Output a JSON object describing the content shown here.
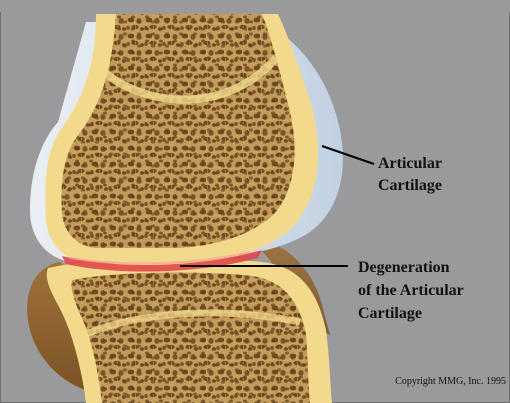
{
  "labels": {
    "articular_cartilage": [
      "Articular",
      "Cartilage"
    ],
    "degeneration": [
      "Degeneration",
      "of the Articular",
      "Cartilage"
    ]
  },
  "copyright": "Copyright MMG, Inc. 1995",
  "colors": {
    "background": "#9a9a9c",
    "bone_rim": "#f3d98c",
    "spongy_bone": "#b98b4a",
    "spongy_dark": "#6b4a22",
    "cartilage": "#d9e6f2",
    "degeneration": "#e04848",
    "leader_line": "#000000"
  }
}
